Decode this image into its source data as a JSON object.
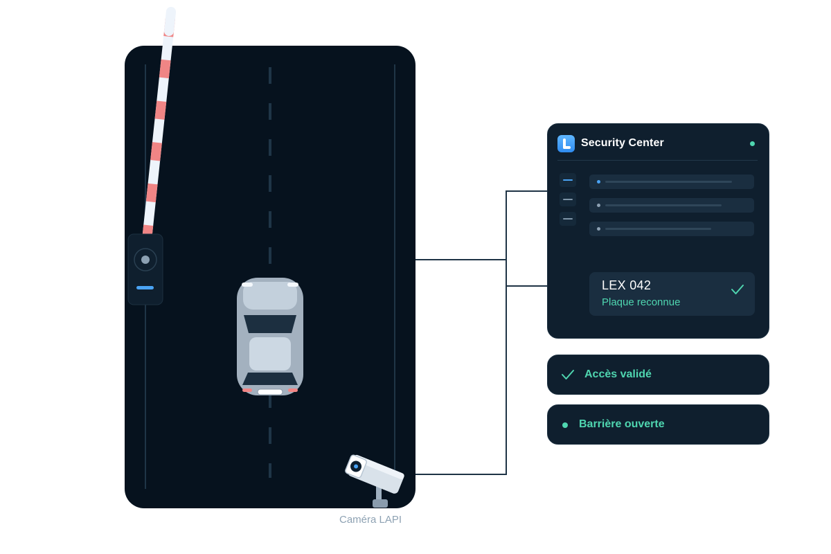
{
  "security_center": {
    "title": "Security Center",
    "plate": {
      "number": "LEX 042",
      "status": "Plaque reconnue"
    }
  },
  "status_cards": {
    "access": "Accès validé",
    "barrier": "Barrière ouverte"
  },
  "camera": {
    "caption": "Caméra LAPI"
  },
  "colors": {
    "road": "#06121e",
    "panel": "#0f1f2e",
    "accent_green": "#4fd6b0",
    "accent_blue": "#4aa3f4",
    "barrier_stripe": "#f08585",
    "connector": "#1e3345"
  },
  "icons": {
    "app_logo": "app-logo-icon",
    "check": "check-icon",
    "camera": "lpr-camera-icon",
    "car": "car-icon"
  }
}
